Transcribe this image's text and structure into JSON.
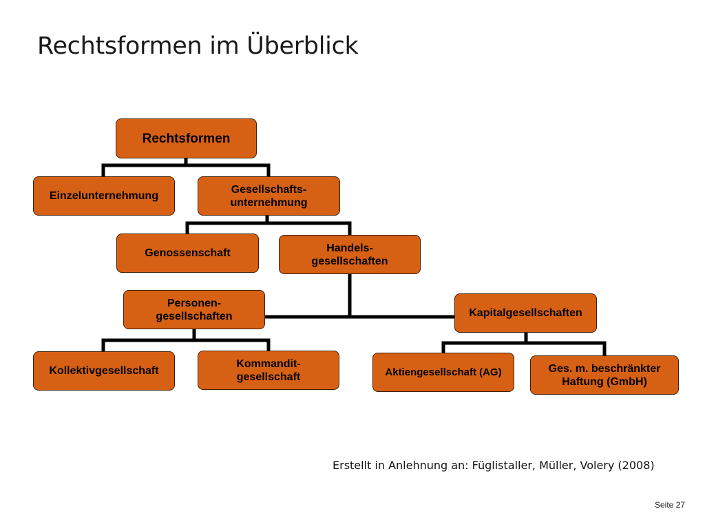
{
  "slide": {
    "title": "Rechtsformen im Überblick",
    "source": "Erstellt in Anlehnung an: Füglistaller, Müller, Volery (2008)",
    "page_label": "Seite 27"
  },
  "colors": {
    "node_fill": "#d66013",
    "node_border": "#3d1f08",
    "connector": "#000000"
  },
  "nodes": {
    "rechtsformen": "Rechtsformen",
    "einzelunternehmung": "Einzelunternehmung",
    "gesellschaftsunternehmung": "Gesellschafts-\nunternehmung",
    "genossenschaft": "Genossenschaft",
    "handelsgesellschaften": "Handels-\ngesellschaften",
    "personengesellschaften": "Personen-\ngesellschaften",
    "kapitalgesellschaften": "Kapitalgesellschaften",
    "kollektivgesellschaft": "Kollektivgesellschaft",
    "kommanditgesellschaft": "Kommandit-\ngesellschaft",
    "aktiengesellschaft": "Aktiengesellschaft (AG)",
    "gmbh": "Ges. m. beschränkter\nHaftung (GmbH)"
  }
}
